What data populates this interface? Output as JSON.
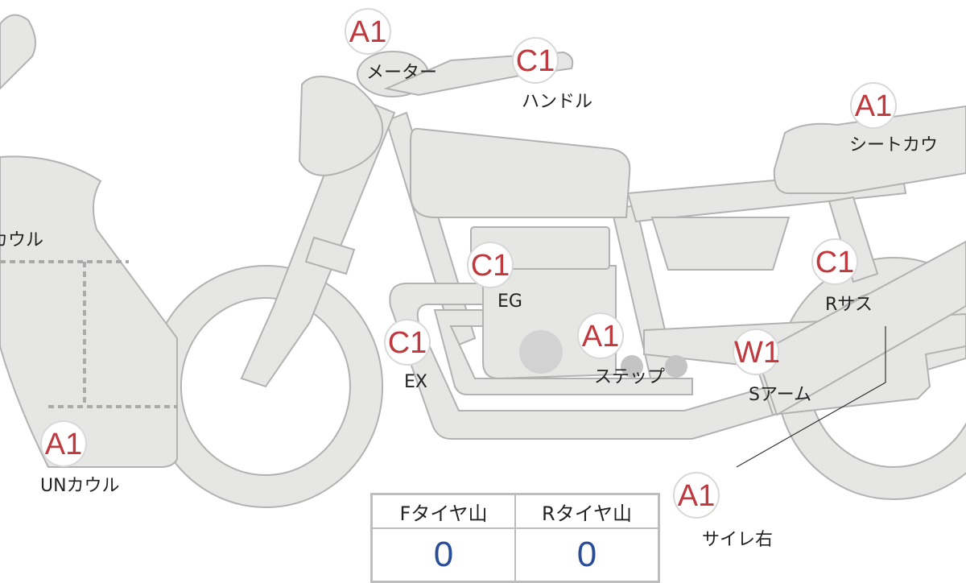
{
  "colors": {
    "badge": "#c0393e",
    "value": "#2a4d9a",
    "part_fill": "#e6e6e4",
    "part_stroke": "#b2b2b2"
  },
  "parts": [
    {
      "id": "meter",
      "grade": "A1",
      "label": "メーター"
    },
    {
      "id": "handle",
      "grade": "C1",
      "label": "ハンドル"
    },
    {
      "id": "seat-cowl",
      "grade": "A1",
      "label": "シートカウ"
    },
    {
      "id": "cowl",
      "grade": "",
      "label": "カウル"
    },
    {
      "id": "eg",
      "grade": "C1",
      "label": "EG"
    },
    {
      "id": "r-sus",
      "grade": "C1",
      "label": "Rサス"
    },
    {
      "id": "ex",
      "grade": "C1",
      "label": "EX"
    },
    {
      "id": "step",
      "grade": "A1",
      "label": "ステップ"
    },
    {
      "id": "s-arm",
      "grade": "W1",
      "label": "Sアーム"
    },
    {
      "id": "under-cowl",
      "grade": "A1",
      "label": "UNカウル"
    },
    {
      "id": "silencer-right",
      "grade": "A1",
      "label": "サイレ右"
    }
  ],
  "tire_table": {
    "headers": [
      "Fタイヤ山",
      "Rタイヤ山"
    ],
    "values": [
      "0",
      "0"
    ]
  }
}
